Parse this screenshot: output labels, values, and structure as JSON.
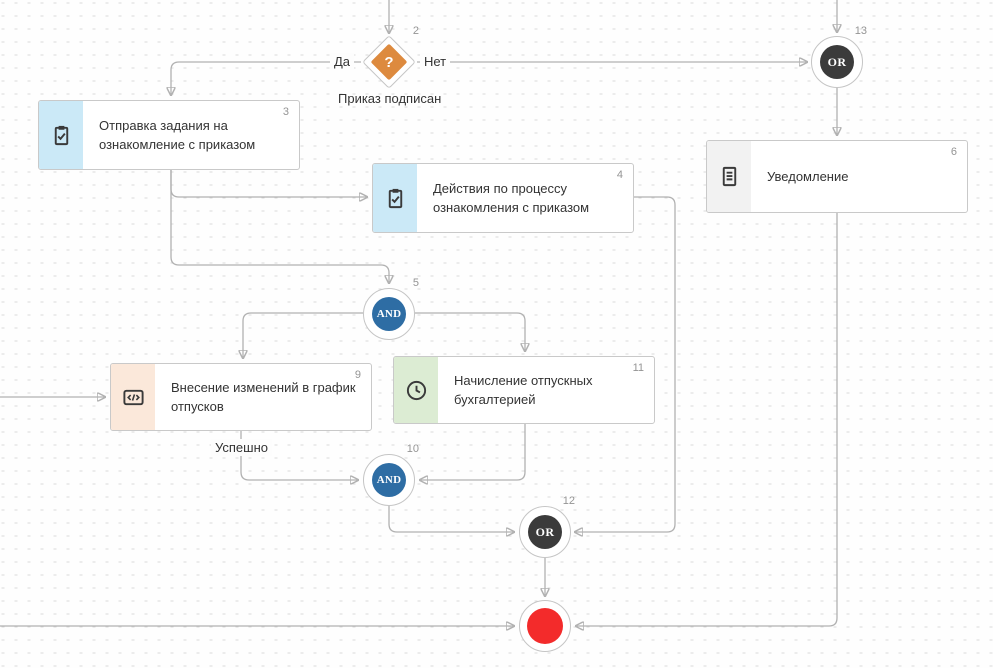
{
  "labels": {
    "yes": "Да",
    "no": "Нет",
    "decision_caption": "Приказ подписан",
    "success": "Успешно"
  },
  "nodes": {
    "decision2": {
      "number": "2",
      "symbol": "?"
    },
    "task3": {
      "number": "3",
      "title": "Отправка задания на ознакомление с приказом",
      "icon": "clipboard-check-icon"
    },
    "task4": {
      "number": "4",
      "title": "Действия по процессу ознакомления с приказом",
      "icon": "clipboard-check-icon"
    },
    "and5": {
      "number": "5",
      "label": "AND"
    },
    "notification6": {
      "number": "6",
      "title": "Уведомление",
      "icon": "document-icon"
    },
    "task9": {
      "number": "9",
      "title": "Внесение изменений в график отпусков",
      "icon": "code-icon"
    },
    "and10": {
      "number": "10",
      "label": "AND"
    },
    "task11": {
      "number": "11",
      "title": "Начисление отпускных бухгалтерией",
      "icon": "clock-icon"
    },
    "or12": {
      "number": "12",
      "label": "OR"
    },
    "or13": {
      "number": "13",
      "label": "OR"
    }
  },
  "colors": {
    "decision_orange": "#dd8a3e",
    "and_blue": "#2e6da4",
    "or_dark": "#3b3b3b",
    "end_red": "#f32b2b",
    "strip_blue": "#cbe9f7",
    "strip_gray": "#f2f2f2",
    "strip_peach": "#fbe8da",
    "strip_green": "#dcecd3",
    "connector_gray": "#b1b1b1"
  }
}
